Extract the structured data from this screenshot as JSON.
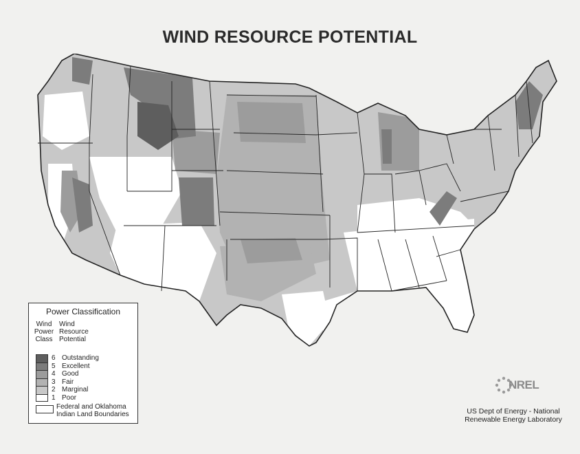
{
  "title": "WIND RESOURCE POTENTIAL",
  "colors": {
    "class6": "#5e5e5e",
    "class5": "#7c7c7c",
    "class4": "#9c9c9c",
    "class3": "#b2b2b2",
    "class2": "#c8c8c8",
    "class1": "#ffffff",
    "boundary": "#222222"
  },
  "legend": {
    "title": "Power Classification",
    "col_power": [
      "Wind",
      "Power",
      "Class"
    ],
    "col_potential": [
      "Wind",
      "Resource",
      "Potential"
    ],
    "rows": [
      {
        "class": "6",
        "label": "Outstanding"
      },
      {
        "class": "5",
        "label": "Excellent"
      },
      {
        "class": "4",
        "label": "Good"
      },
      {
        "class": "3",
        "label": "Fair"
      },
      {
        "class": "2",
        "label": "Marginal"
      },
      {
        "class": "1",
        "label": "Poor"
      }
    ],
    "federal_label": [
      "Federal and Oklahoma",
      "Indian Land Boundaries"
    ]
  },
  "logo": {
    "text": "NREL",
    "icon": "nrel-sunburst-icon"
  },
  "credit": [
    "US Dept of Energy - National",
    "Renewable Energy Laboratory"
  ]
}
